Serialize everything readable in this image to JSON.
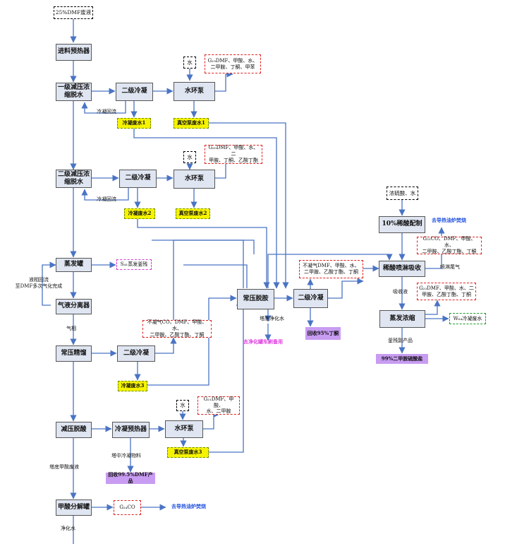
{
  "nodes": {
    "feed": "25%DMF废液",
    "preheat": "进料预热器",
    "stage1_dewater": "一级减压浓\n缩脱水",
    "cond2_a": "二级冷凝",
    "water_a": "水",
    "pump_a": "水环泵",
    "gas_a": "G₁₉DMF、甲酸、水、\n二甲胺、丁酮、甲苯",
    "condwater1": "冷凝废水1",
    "vacwater1": "真空泵废水1",
    "stage2_dewater": "二级减压浓\n缩脱水",
    "cond2_b": "二级冷凝",
    "water_b": "水",
    "pump_b": "水环泵",
    "gas_b": "G₂₀DMF、甲酸、水、二\n甲胺、丁酮、乙酸丁酯",
    "condwater2": "冷凝废水2",
    "vacwater2": "真空泵废水2",
    "evaporator": "蒸发罐",
    "solid_residue": "S₄₁蒸发釜残",
    "gl_separator": "气液分离器",
    "atm_rect": "常压精馏",
    "cond2_c": "二级冷凝",
    "condwater3": "冷凝废水3",
    "noncond_mid": "不凝气CO、DMF、甲酸、水、\n二甲胺、乙酸丁酯、丁酮",
    "atm_deamine": "常压脱胺",
    "cond2_d": "二级冷凝",
    "recovered_butanone": "回收95%丁酮",
    "noncond_right": "不凝气DMF、甲酸、水、\n二甲胺、乙酸丁酯、丁酮",
    "acid_in": "浓硫酸、水",
    "dilute_acid": "10%稀酸配制",
    "gas_g22": "G₂₂CO、DMF、甲酸、水、\n二甲胺、乙酸丁酯、丁酮",
    "acid_absorb": "稀酸喷淋吸收",
    "gas_g23": "G₂₃DMF、甲酸、水、二\n甲胺、乙酸丁酯、丁酮",
    "evap_conc": "蒸发浓缩",
    "waste_w": "W₆₄冷凝废水",
    "sulfate_product": "99%二甲胺硫酸盐",
    "vac_deacid": "减压脱酸",
    "cond_preheat": "冷凝预热器",
    "water_c": "水",
    "pump_c": "水环泵",
    "gas_c": "G₂₁DMF、甲酸、\n水、二甲胺",
    "vacwater3": "真空泵废水3",
    "dmf_product": "回收99.5%DMF产品",
    "formic_decomp": "甲酸分解罐",
    "gas_co": "G₂₄CO"
  },
  "labels": {
    "reflux1": "冷凝回流",
    "reflux2": "冷凝回流",
    "liquid_reflux": "液相回流\n至DMF多次气化完成",
    "gas_phase": "气相",
    "tower_bottom_water": "塔底净化水",
    "to_wash_car": "去净化罐车刷备用",
    "absorb_liquid": "吸收液",
    "spray_tail": "喷淋尾气",
    "to_burner_top": "去导热油炉焚烧",
    "still_residue": "釜残副产品",
    "tower_mid": "塔中冷凝物料",
    "tower_bottom_acid": "塔底甲酸废液",
    "to_burner_bottom": "去导热油炉焚烧",
    "purified_water": "净化水"
  },
  "colors": {
    "line": "#4a74c4",
    "process_fill": "#dfe5f1",
    "highlight_yellow": "#f6f300",
    "product_purple": "#c89cf2",
    "dashed_red": "#e02020",
    "dashed_green": "#1e9b2e",
    "dashed_magenta": "#d63ad6",
    "text_blue": "#1d4fe0",
    "text_magenta": "#e03be0"
  }
}
